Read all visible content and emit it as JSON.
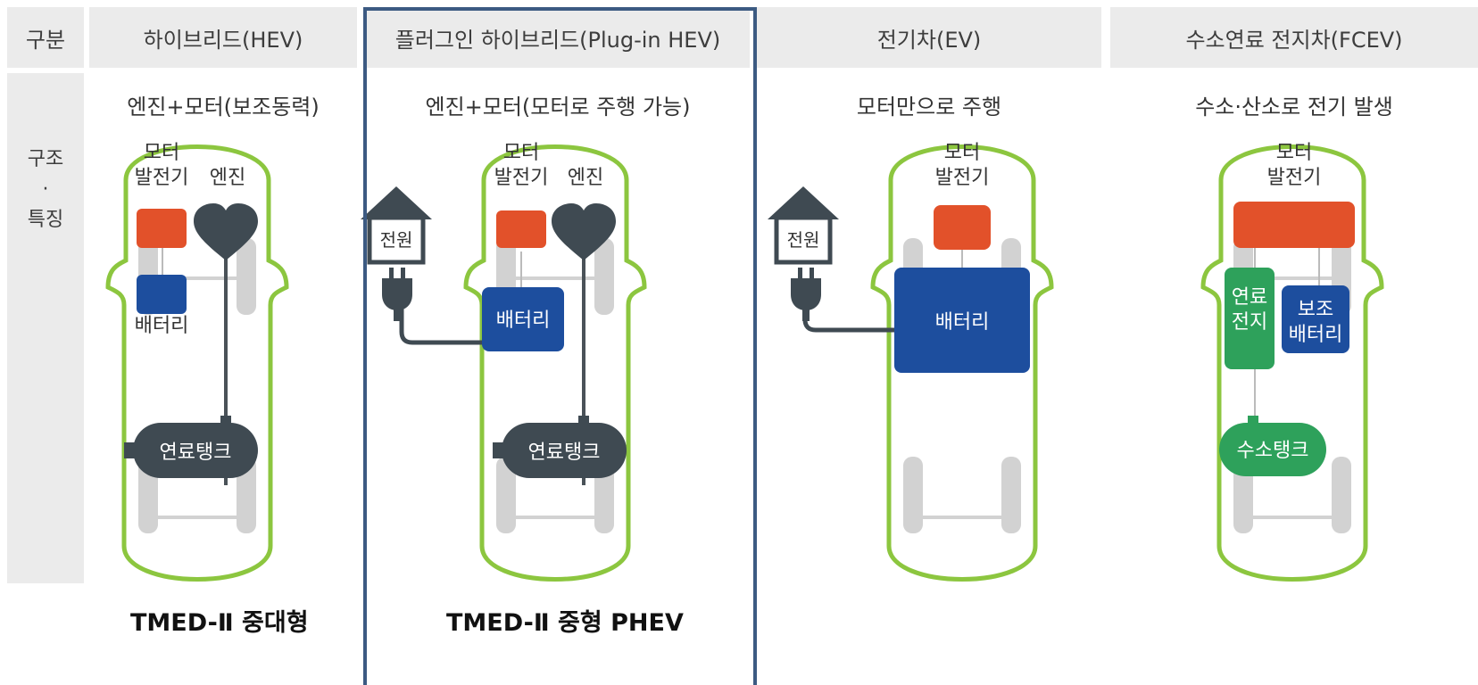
{
  "header": {
    "category": "구분",
    "hev": "하이브리드(HEV)",
    "phev": "플러그인 하이브리드(Plug-in HEV)",
    "ev": "전기차(EV)",
    "fcev": "수소연료 전지차(FCEV)"
  },
  "row_label": {
    "line1": "구조",
    "dot": "·",
    "line2": "특징"
  },
  "descriptions": {
    "hev": "엔진+모터(보조동력)",
    "phev": "엔진+모터(모터로 주행 가능)",
    "ev": "모터만으로 주행",
    "fcev": "수소·산소로 전기 발생"
  },
  "components": {
    "motor": "모터",
    "generator": "발전기",
    "engine": "엔진",
    "battery": "배터리",
    "fuel_tank": "연료탱크",
    "power": "전원",
    "fuel": "연료",
    "cell": "전지",
    "aux": "보조",
    "hydrogen_tank": "수소탱크"
  },
  "captions": {
    "hev": "TMED-Ⅱ 중대형",
    "phev": "TMED-Ⅱ 중형 PHEV"
  },
  "colors": {
    "car_outline": "#8cc63f",
    "motor": "#e2512a",
    "battery": "#1d4e9e",
    "engine": "#3f4a52",
    "fuel_cell": "#2ea15b",
    "highlight_frame": "#3c5a82"
  }
}
